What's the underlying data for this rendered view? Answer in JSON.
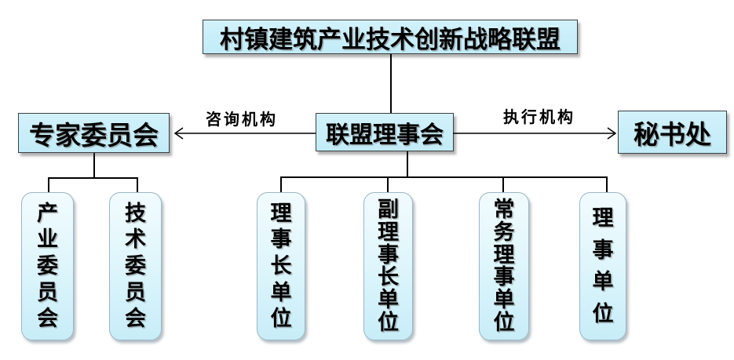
{
  "diagram": {
    "title": "村镇建筑产业技术创新战略联盟",
    "council": "联盟理事会",
    "expert_committee": "专家委员会",
    "secretariat": "秘书处",
    "left_arrow_label": "咨询机构",
    "right_arrow_label": "执行机构",
    "expert_children": [
      {
        "label": "产业委员会"
      },
      {
        "label": "技术委员会"
      }
    ],
    "council_children": [
      {
        "label": "理事长单位"
      },
      {
        "label": "副理事长单位"
      },
      {
        "label": "常务理事单位"
      },
      {
        "label": "理事单位"
      }
    ],
    "colors": {
      "box_fill": "#c9eef9",
      "rounded_fill_top": "#f2fbfe",
      "rounded_fill_bottom": "#c8edf8",
      "rect_border": "#3b3f42",
      "rounded_border": "#9db6c4",
      "line": "#000000"
    }
  }
}
